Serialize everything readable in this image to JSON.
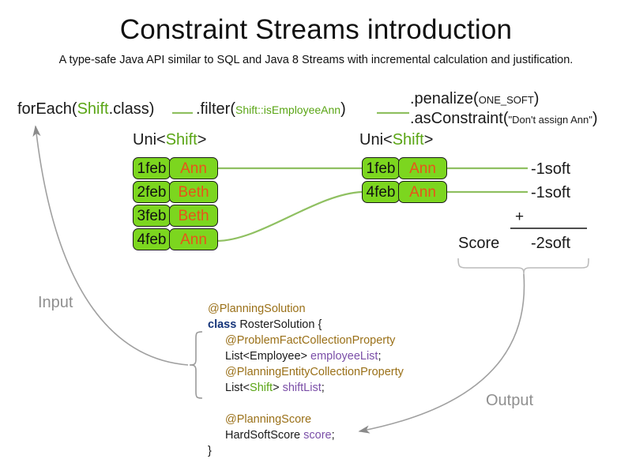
{
  "title": "Constraint Streams introduction",
  "subtitle": "A type-safe Java API similar to SQL and Java 8 Streams with incremental calculation and justification.",
  "colors": {
    "green_accent": "#5aa515",
    "box_fill": "#7cd61f",
    "box_border": "#1b1b1b",
    "employee_text": "#e8541a",
    "annotation": "#9a7018",
    "keyword": "#16357a",
    "field": "#7b4fa8",
    "io_label": "#8f8f8f",
    "connector_line": "#8fc061"
  },
  "pipeline": {
    "for_each": {
      "prefix": "forEach(",
      "type": "Shift",
      "suffix": ".class)"
    },
    "filter": {
      "prefix": ".filter(",
      "arg": "Shift::isEmployeeAnn",
      "suffix": ")"
    },
    "penalize": {
      "prefix": ".penalize(",
      "arg": "ONE_SOFT",
      "suffix": ")"
    },
    "as_constraint": {
      "prefix": ".asConstraint(",
      "arg": "\"Don't assign Ann\"",
      "suffix": ")"
    }
  },
  "streams": {
    "left": {
      "header_prefix": "Uni<",
      "header_type": "Shift",
      "header_suffix": ">",
      "rows": [
        {
          "date": "1feb",
          "employee": "Ann"
        },
        {
          "date": "2feb",
          "employee": "Beth"
        },
        {
          "date": "3feb",
          "employee": "Beth"
        },
        {
          "date": "4feb",
          "employee": "Ann"
        }
      ]
    },
    "right": {
      "header_prefix": "Uni<",
      "header_type": "Shift",
      "header_suffix": ">",
      "rows": [
        {
          "date": "1feb",
          "employee": "Ann"
        },
        {
          "date": "4feb",
          "employee": "Ann"
        }
      ]
    }
  },
  "score": {
    "impacts": [
      "-1soft",
      "-1soft"
    ],
    "operator": "+",
    "label": "Score",
    "total": "-2soft"
  },
  "code": {
    "lines": [
      {
        "indent": 0,
        "parts": [
          {
            "t": "@PlanningSolution",
            "c": "ann"
          }
        ]
      },
      {
        "indent": 0,
        "parts": [
          {
            "t": "class ",
            "c": "kw"
          },
          {
            "t": "RosterSolution {",
            "c": ""
          }
        ]
      },
      {
        "indent": 1,
        "parts": [
          {
            "t": "@ProblemFactCollectionProperty",
            "c": "ann"
          }
        ]
      },
      {
        "indent": 1,
        "parts": [
          {
            "t": "List<Employee> ",
            "c": ""
          },
          {
            "t": "employeeList",
            "c": "fld"
          },
          {
            "t": ";",
            "c": ""
          }
        ]
      },
      {
        "indent": 1,
        "parts": [
          {
            "t": "@PlanningEntityCollectionProperty",
            "c": "ann"
          }
        ]
      },
      {
        "indent": 1,
        "parts": [
          {
            "t": "List<",
            "c": ""
          },
          {
            "t": "Shift",
            "c": "typ"
          },
          {
            "t": "> ",
            "c": ""
          },
          {
            "t": "shiftList",
            "c": "fld"
          },
          {
            "t": ";",
            "c": ""
          }
        ]
      },
      {
        "indent": 0,
        "parts": [
          {
            "t": " ",
            "c": ""
          }
        ]
      },
      {
        "indent": 1,
        "parts": [
          {
            "t": "@PlanningScore",
            "c": "ann"
          }
        ]
      },
      {
        "indent": 1,
        "parts": [
          {
            "t": "HardSoftScore ",
            "c": ""
          },
          {
            "t": "score",
            "c": "fld"
          },
          {
            "t": ";",
            "c": ""
          }
        ]
      },
      {
        "indent": 0,
        "parts": [
          {
            "t": "}",
            "c": ""
          }
        ]
      }
    ]
  },
  "labels": {
    "input": "Input",
    "output": "Output"
  }
}
